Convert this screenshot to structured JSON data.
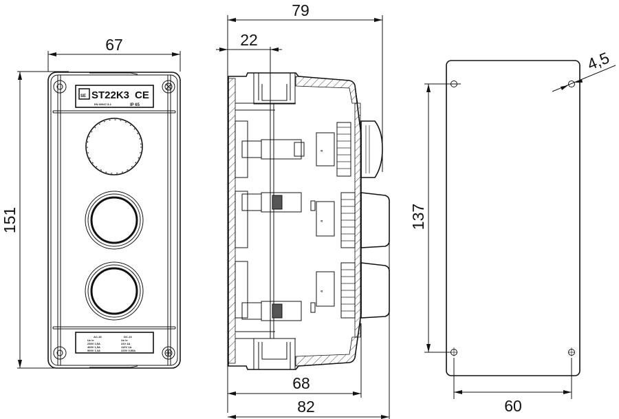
{
  "drawing": {
    "title": "Control station enclosure - 3 push buttons",
    "front_view": {
      "width_dimension": "67",
      "height_dimension": "151",
      "nameplate": {
        "model": "ST22K3",
        "mark": "CE",
        "standard": "EN 60947-5-1",
        "protection": "IP 65"
      },
      "rating_plate": {
        "ac_title": "AC-15",
        "dc_title": "DC-13",
        "ac_rows": [
          "Ue  Ie",
          "230V 2,5A",
          "400V 1,5A",
          "500V 1,0A"
        ],
        "dc_rows": [
          "Ue  Ie",
          "24V  4A",
          "110V 1A",
          "220V 0,55A"
        ]
      },
      "buttons": [
        "mushroom-button",
        "flush-button",
        "flush-button"
      ]
    },
    "side_view": {
      "overall_depth_dimension": "79",
      "front_offset_dimension": "22",
      "body_depth_dimension": "68",
      "total_depth_dimension": "82"
    },
    "mounting_view": {
      "hole_diameter_dimension": "4,5",
      "hole_vertical_spacing_dimension": "137",
      "hole_horizontal_spacing_dimension": "60"
    }
  }
}
